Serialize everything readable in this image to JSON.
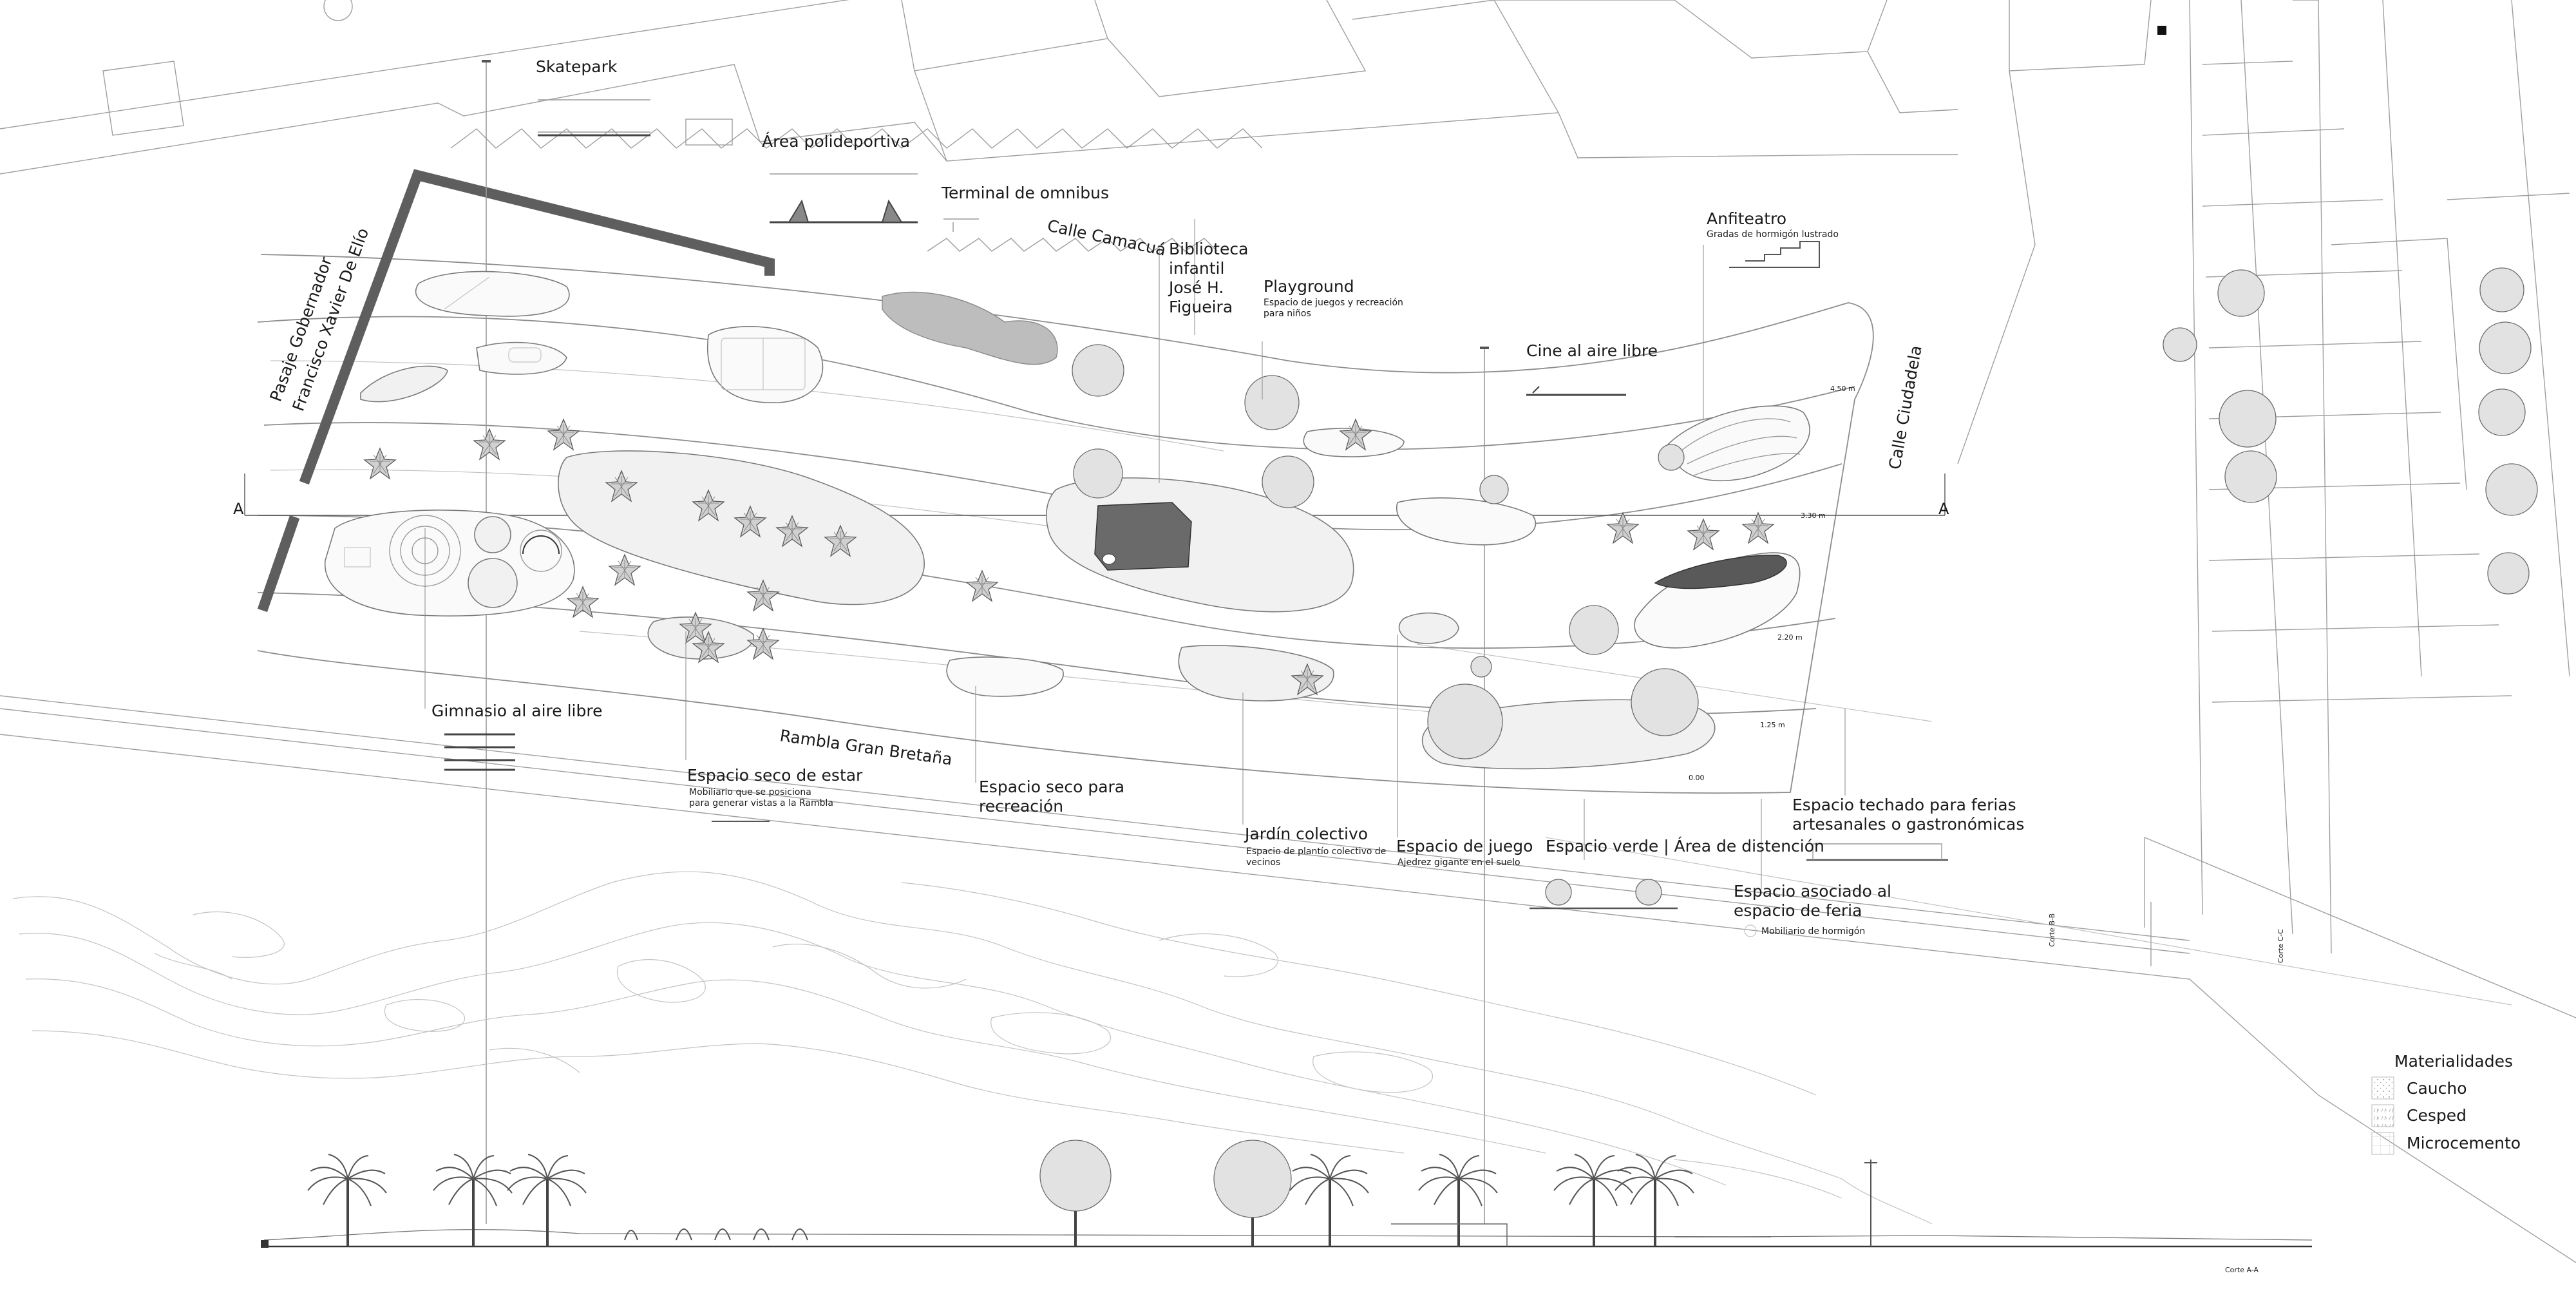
{
  "streets": {
    "pasaje_line1": "Pasaje Gobernador",
    "pasaje_line2": "Francisco Xavier De Elío",
    "camacua": "Calle Camacuá",
    "ciudadela": "Calle Ciudadela",
    "rambla": "Rambla Gran Bretaña"
  },
  "labels": {
    "skatepark": "Skatepark",
    "polideportiva": "Área polideportiva",
    "terminal": "Terminal de omnibus",
    "biblioteca": [
      "Biblioteca",
      "infantil",
      "José H.",
      "Figueira"
    ],
    "playground": "Playground",
    "playground_desc": [
      "Espacio de juegos y recreación",
      "para niños"
    ],
    "anfiteatro": "Anfiteatro",
    "anfiteatro_desc": "Gradas de hormigón lustrado",
    "cine": "Cine al aire libre",
    "gimnasio": "Gimnasio al aire libre",
    "seco_estar": "Espacio seco de estar",
    "seco_estar_desc": [
      "Mobiliario que se posiciona",
      "para generar vistas a la Rambla"
    ],
    "seco_recreacion": [
      "Espacio seco para",
      "recreación"
    ],
    "jardin": "Jardín colectivo",
    "jardin_desc": [
      "Espacio de plantío colectivo de",
      "vecinos"
    ],
    "juego": "Espacio de juego",
    "juego_desc": "Ajedrez gigante en el suelo",
    "verde": "Espacio verde | Área de distención",
    "techado": [
      "Espacio techado para ferias",
      "artesanales o gastronómicas"
    ],
    "feria": [
      "Espacio  asociado al",
      "espacio de feria"
    ],
    "feria_desc": "Mobiliario de hormigón"
  },
  "section_marks": {
    "a_left": "A",
    "a_right": "A",
    "corte_aa": "Corte A-A",
    "corte_bb": "Corte B-B",
    "corte_cc": "Corte C-C"
  },
  "levels": [
    "4.50 m",
    "3.30 m",
    "2.20 m",
    "1.25 m",
    "0.00"
  ],
  "legend": {
    "title": "Materialidades",
    "items": [
      {
        "label": "Caucho",
        "pattern": "dots"
      },
      {
        "label": "Cesped",
        "pattern": "grass"
      },
      {
        "label": "Microcemento",
        "pattern": "grid"
      }
    ]
  },
  "colors": {
    "ink": "#1a1a1a",
    "wall": "#5e5e5e",
    "pond": "#bdbdbd",
    "library_roof": "#6a6a6a",
    "water": "#595959"
  }
}
